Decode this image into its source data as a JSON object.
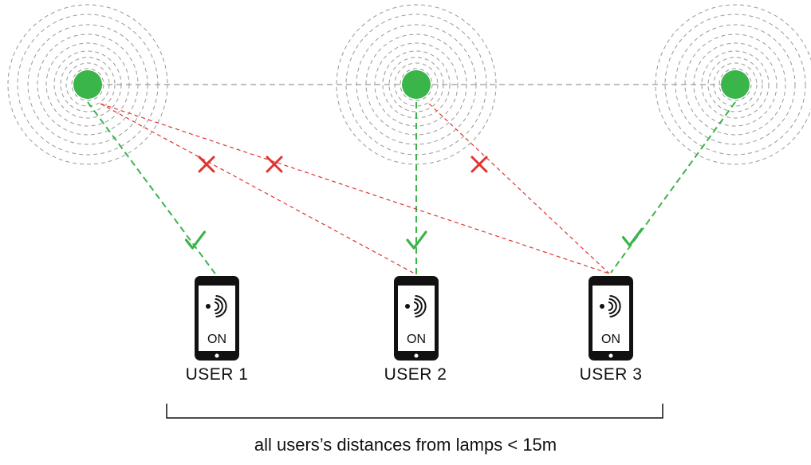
{
  "colors": {
    "lamp": "#3ab54a",
    "ok_link": "#3ab54a",
    "blocked_link": "#e2332f",
    "ring": "#999999",
    "device": "#111111",
    "text": "#111111"
  },
  "lamps": [
    {
      "id": "lamp-1",
      "icon": "lamp-beacon-icon"
    },
    {
      "id": "lamp-2",
      "icon": "lamp-beacon-icon"
    },
    {
      "id": "lamp-3",
      "icon": "lamp-beacon-icon"
    }
  ],
  "users": [
    {
      "label": "USER 1",
      "screen_text": "ON",
      "icon": "wireless-signal-icon"
    },
    {
      "label": "USER 2",
      "screen_text": "ON",
      "icon": "wireless-signal-icon"
    },
    {
      "label": "USER 3",
      "screen_text": "ON",
      "icon": "wireless-signal-icon"
    }
  ],
  "connections": [
    {
      "lamp": 1,
      "user": 1,
      "status": "ok",
      "icon": "check-icon"
    },
    {
      "lamp": 2,
      "user": 2,
      "status": "ok",
      "icon": "check-icon"
    },
    {
      "lamp": 3,
      "user": 3,
      "status": "ok",
      "icon": "check-icon"
    },
    {
      "lamp": 1,
      "user": 2,
      "status": "blocked",
      "icon": "cross-icon"
    },
    {
      "lamp": 1,
      "user": 3,
      "status": "blocked",
      "icon": "cross-icon"
    },
    {
      "lamp": 2,
      "user": 3,
      "status": "blocked",
      "icon": "cross-icon"
    }
  ],
  "caption": "all users’s distances from lamps < 15m"
}
